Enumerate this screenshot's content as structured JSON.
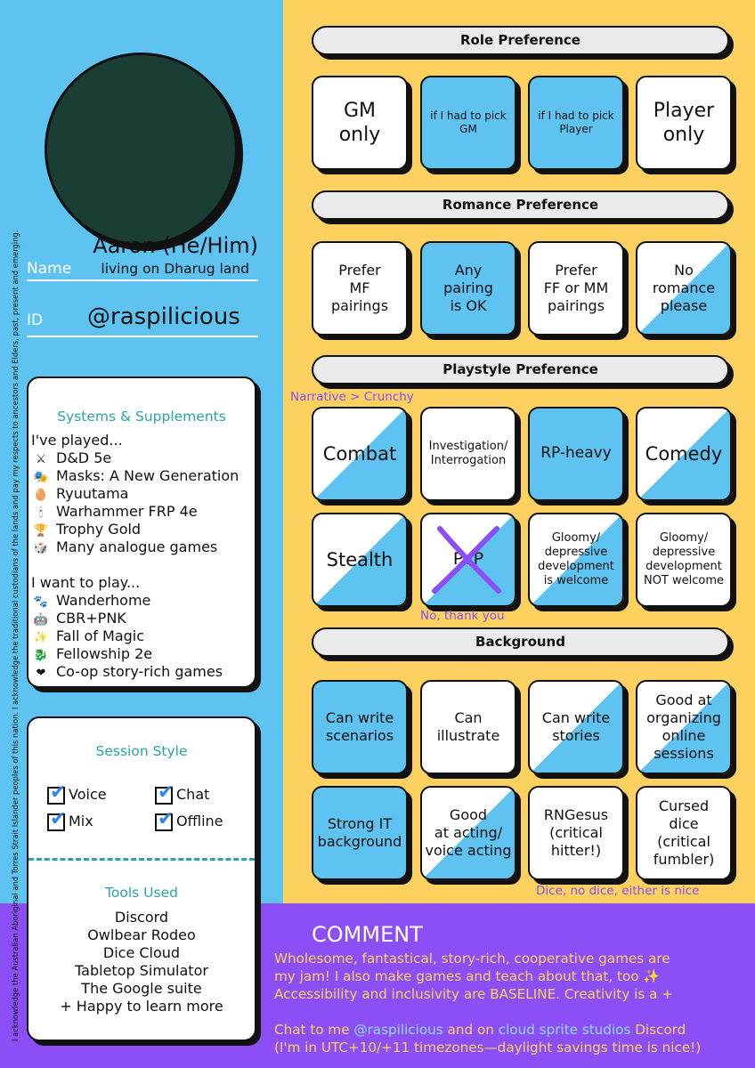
{
  "acknowledgement": "I acknowledge the Australian Aboriginal and Torres Strait Islander peoples of this nation. I acknowledge the traditional custodians of the lands and pay my respects to ancestors and Elders, past, present and emerging.",
  "profile": {
    "name_label": "Name",
    "name": "Aaron (He/Him)",
    "location": "living on Dharug land",
    "id_label": "ID",
    "id": "@raspilicious"
  },
  "systems": {
    "title": "Systems & Supplements",
    "played_heading": "I've played...",
    "played": [
      {
        "icon": "crossed-axes-icon",
        "glyph": "⚔",
        "label": "D&D 5e"
      },
      {
        "icon": "mask-icon",
        "glyph": "🎭",
        "label": "Masks: A New Generation"
      },
      {
        "icon": "egg-icon",
        "glyph": "🥚",
        "label": "Ryuutama"
      },
      {
        "icon": "candle-icon",
        "glyph": "🕯",
        "label": "Warhammer FRP 4e"
      },
      {
        "icon": "trophy-icon",
        "glyph": "🏆",
        "label": "Trophy Gold"
      },
      {
        "icon": "dice-icon",
        "glyph": "🎲",
        "label": "Many analogue games"
      }
    ],
    "want_heading": "I want to play...",
    "want": [
      {
        "icon": "paw-icon",
        "glyph": "🐾",
        "label": "Wanderhome"
      },
      {
        "icon": "robot-icon",
        "glyph": "🤖",
        "label": "CBR+PNK"
      },
      {
        "icon": "sparkle-icon",
        "glyph": "✨",
        "label": "Fall of Magic"
      },
      {
        "icon": "dragon-icon",
        "glyph": "🐉",
        "label": "Fellowship 2e"
      },
      {
        "icon": "heart-icon",
        "glyph": "❤",
        "label": "Co-op story-rich games"
      }
    ]
  },
  "session": {
    "title": "Session Style",
    "options": [
      "Voice",
      "Chat",
      "Mix",
      "Offline"
    ]
  },
  "tools": {
    "title": "Tools Used",
    "items": [
      "Discord",
      "Owlbear Rodeo",
      "Dice Cloud",
      "Tabletop Simulator",
      "The Google suite",
      "+ Happy to learn more"
    ]
  },
  "sections": {
    "role": "Role Preference",
    "romance": "Romance Preference",
    "playstyle": "Playstyle Preference",
    "background": "Background"
  },
  "tiles": {
    "role": [
      {
        "label": "GM\nonly",
        "style": "white"
      },
      {
        "label": "if I had to pick\nGM",
        "style": "blue"
      },
      {
        "label": "if I had to pick\nPlayer",
        "style": "blue"
      },
      {
        "label": "Player\nonly",
        "style": "white"
      }
    ],
    "romance": [
      {
        "label": "Prefer\nMF\npairings",
        "style": "white"
      },
      {
        "label": "Any\npairing\nis OK",
        "style": "blue"
      },
      {
        "label": "Prefer\nFF or MM\npairings",
        "style": "white"
      },
      {
        "label": "No\nromance\nplease",
        "style": "half"
      }
    ],
    "playstyle_row1": [
      {
        "label": "Combat",
        "style": "half"
      },
      {
        "label": "Investigation/\nInterrogation",
        "style": "white"
      },
      {
        "label": "RP-heavy",
        "style": "blue"
      },
      {
        "label": "Comedy",
        "style": "half"
      }
    ],
    "playstyle_row2": [
      {
        "label": "Stealth",
        "style": "half"
      },
      {
        "label": "PvP",
        "style": "half"
      },
      {
        "label": "Gloomy/\ndepressive\ndevelopment\nis welcome",
        "style": "half"
      },
      {
        "label": "Gloomy/\ndepressive\ndevelopment\nNOT welcome",
        "style": "white"
      }
    ],
    "background_row1": [
      {
        "label": "Can write\nscenarios",
        "style": "blue"
      },
      {
        "label": "Can\nillustrate",
        "style": "white"
      },
      {
        "label": "Can write\nstories",
        "style": "half"
      },
      {
        "label": "Good at\norganizing\nonline\nsessions",
        "style": "half"
      }
    ],
    "background_row2": [
      {
        "label": "Strong IT\nbackground",
        "style": "blue"
      },
      {
        "label": "Good\nat acting/\nvoice acting",
        "style": "half"
      },
      {
        "label": "RNGesus\n(critical\nhitter!)",
        "style": "white"
      },
      {
        "label": "Cursed\ndice\n(critical\nfumbler)",
        "style": "white"
      }
    ]
  },
  "notes": {
    "narrative": "Narrative > Crunchy",
    "pvp": "No, thank you",
    "dice": "Dice, no dice, either is nice"
  },
  "comment": {
    "title": "COMMENT",
    "line1": "Wholesome, fantastical, story-rich, cooperative games are",
    "line2": "my jam! I also make games and teach about that, too",
    "line3": "Accessibility and inclusivity are BASELINE. Creativity is a +",
    "chat_prefix": "Chat to me ",
    "chat_handle": "@raspilicious",
    "chat_mid": " and on ",
    "chat_studio": "cloud sprite studios",
    "chat_suffix": " Discord",
    "line5": "(I'm in UTC+10/+11 timezones—daylight savings time is nice!)"
  },
  "colors": {
    "blue": "#5fc3f2",
    "yellow": "#fdd15f",
    "purple": "#8c4ff5",
    "teal": "#29a4a9",
    "avatar": "#1a3d34"
  }
}
